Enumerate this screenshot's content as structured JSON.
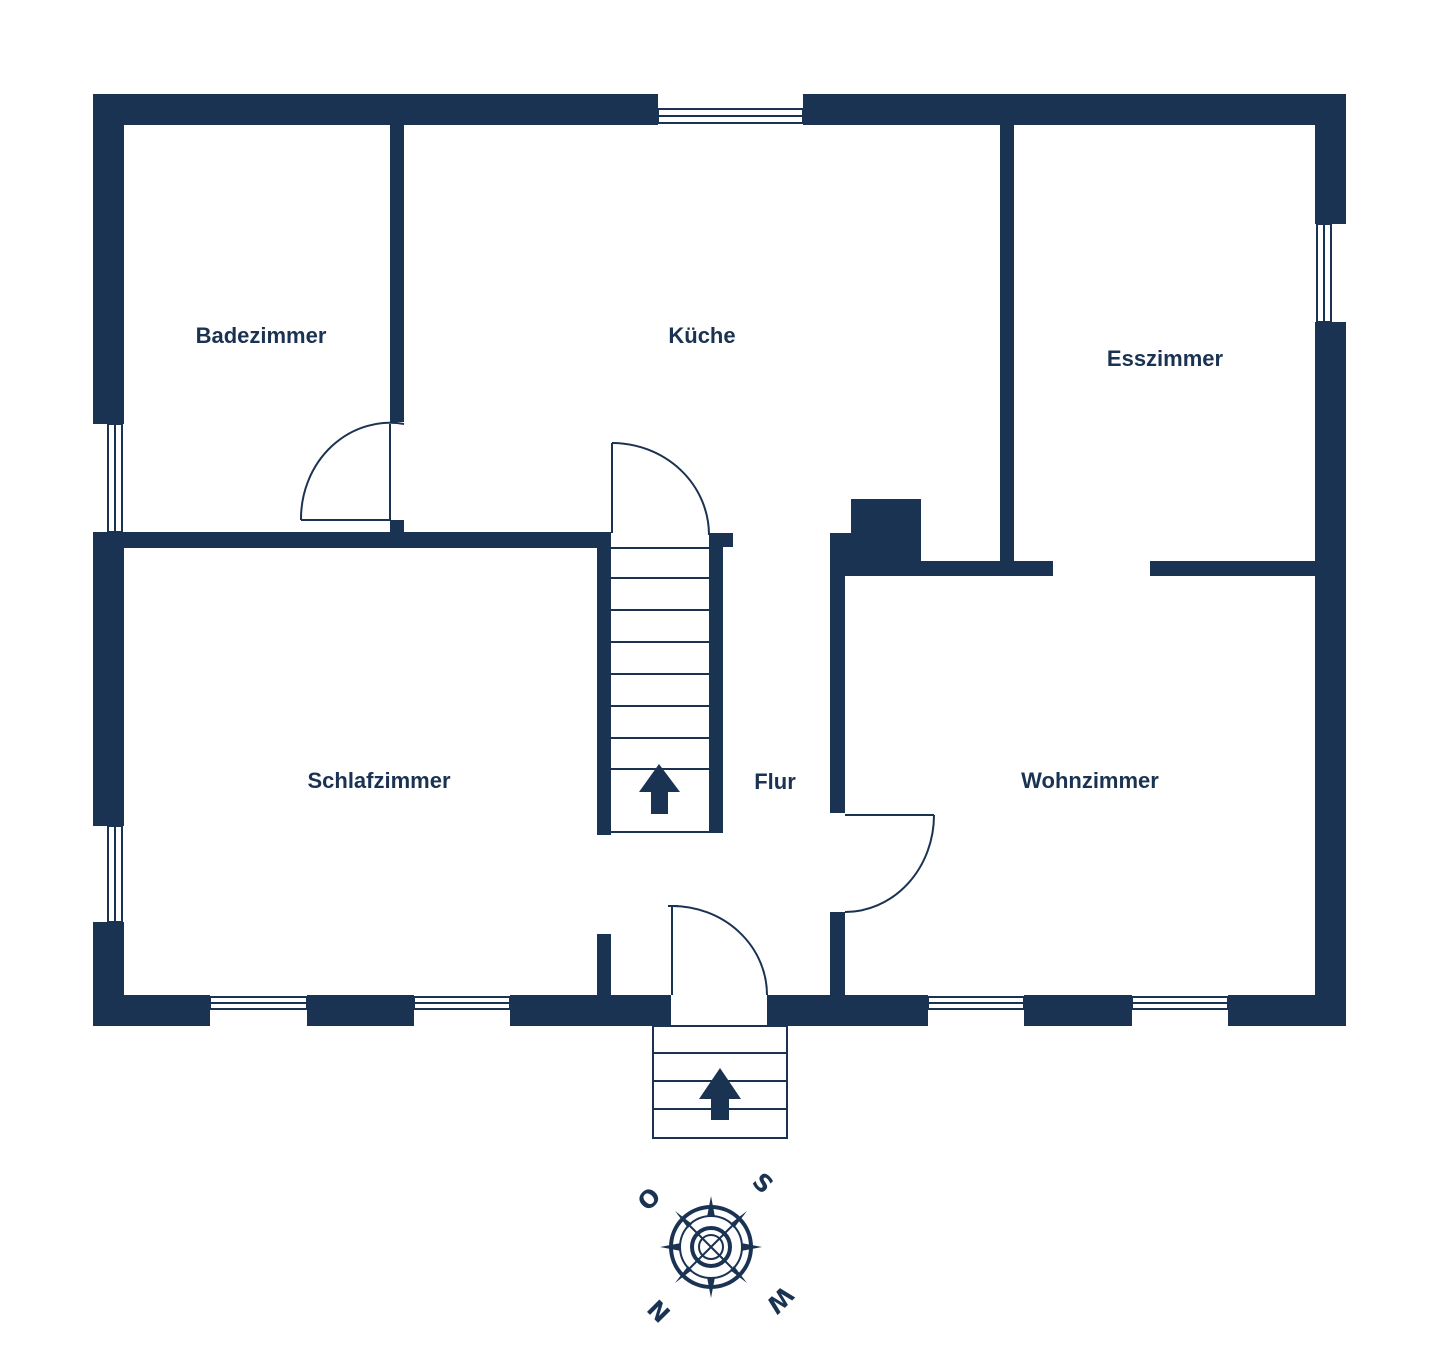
{
  "colors": {
    "wall": "#1b3352",
    "background": "#ffffff"
  },
  "rooms": {
    "badezimmer": "Badezimmer",
    "kueche": "Küche",
    "esszimmer": "Esszimmer",
    "schlafzimmer": "Schlafzimmer",
    "flur": "Flur",
    "wohnzimmer": "Wohnzimmer"
  },
  "compass": {
    "o": "O",
    "s": "S",
    "n": "N",
    "w": "W"
  },
  "icons": {
    "stair_arrow": "arrow-up-icon",
    "entry_arrow": "arrow-up-icon",
    "compass_rose": "compass-rose-icon"
  }
}
